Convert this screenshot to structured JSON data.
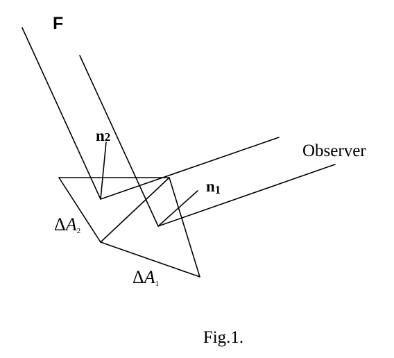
{
  "figure": {
    "force_label": "F",
    "normal2_label": "n",
    "normal2_subscript": "2",
    "normal1_label": "n",
    "normal1_subscript": "1",
    "observer_label": "Observer",
    "area2_delta": "Δ",
    "area2_symbol": "A",
    "area2_subscript": "2",
    "area1_delta": "Δ",
    "area1_symbol": "A",
    "area1_subscript": "1",
    "caption": "Fig.1."
  }
}
